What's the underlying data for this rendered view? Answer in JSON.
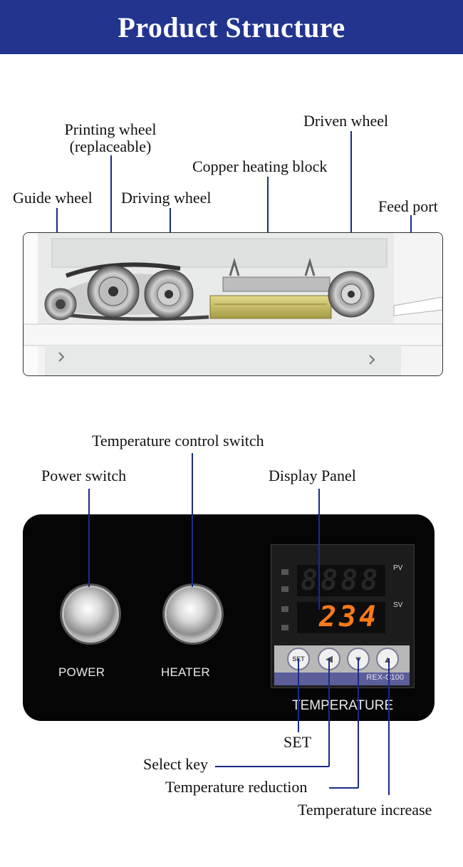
{
  "header": {
    "title": "Product Structure"
  },
  "machine_labels": {
    "printing_wheel": "Printing wheel",
    "printing_wheel_note": "(replaceable)",
    "driven_wheel": "Driven wheel",
    "copper_heating_block": "Copper heating block",
    "guide_wheel": "Guide wheel",
    "driving_wheel": "Driving wheel",
    "feed_port": "Feed port"
  },
  "panel_labels": {
    "temperature_control_switch": "Temperature control switch",
    "power_switch": "Power switch",
    "display_panel": "Display Panel",
    "set": "SET",
    "select_key": "Select key",
    "temperature_reduction": "Temperature reduction",
    "temperature_increase": "Temperature increase"
  },
  "panel": {
    "power_label": "POWER",
    "heater_label": "HEATER",
    "temperature_label": "TEMPERATURE",
    "pv_label": "PV",
    "sv_label": "SV",
    "pv_value": "8888",
    "sv_value": "234",
    "set_key": "SET",
    "model": "REX-C100"
  },
  "colors": {
    "header_bg": "#23348f",
    "leader_line": "#1a2a8a",
    "sv_digits": "#ff7a1a",
    "panel_bg": "#050505"
  }
}
